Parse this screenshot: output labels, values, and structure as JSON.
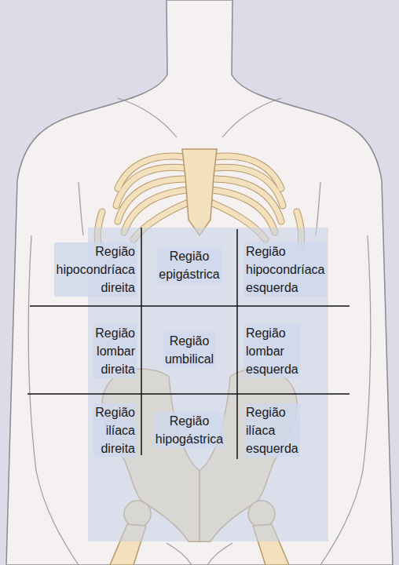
{
  "diagram": {
    "nodes": [
      {
        "text": [
          "Região hipocondríaca direita"
        ]
      },
      {
        "text": [
          "Região epigástrica"
        ]
      },
      {
        "text": [
          "Região hipocondríaca esquerda"
        ]
      },
      {
        "text": [
          "Região lombar direita"
        ]
      },
      {
        "text": [
          "Região umbilical"
        ]
      },
      {
        "text": [
          "Região lombar esquerda"
        ]
      },
      {
        "text": [
          "Região ilíaca direita"
        ]
      },
      {
        "text": [
          "Região hipogástrica"
        ]
      },
      {
        "text": [
          "Região ilíaca esquerda"
        ]
      }
    ]
  }
}
